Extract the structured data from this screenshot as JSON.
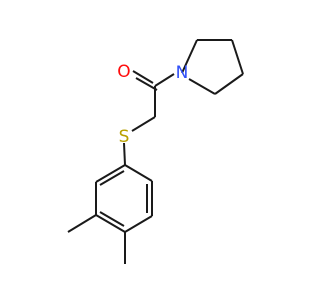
{
  "molecule": {
    "colors": {
      "bond": "#1a1a1a",
      "O": "#ff0d0d",
      "N": "#3050f8",
      "S": "#b8a000"
    },
    "atoms": {
      "O": "O",
      "N": "N",
      "S": "S"
    }
  }
}
